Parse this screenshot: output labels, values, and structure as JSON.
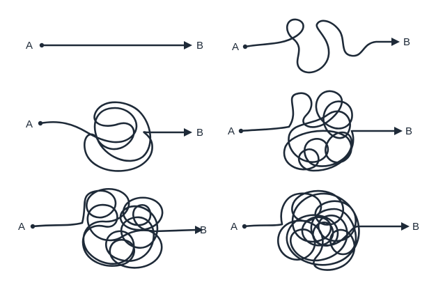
{
  "panels": [
    {
      "id": "straight",
      "start_label": "A",
      "end_label": "B",
      "tangle_level": 0
    },
    {
      "id": "few-loops",
      "start_label": "A",
      "end_label": "B",
      "tangle_level": 1
    },
    {
      "id": "tangled-light",
      "start_label": "A",
      "end_label": "B",
      "tangle_level": 2
    },
    {
      "id": "tangled-medium",
      "start_label": "A",
      "end_label": "B",
      "tangle_level": 3
    },
    {
      "id": "tangled-heavy",
      "start_label": "A",
      "end_label": "B",
      "tangle_level": 4
    },
    {
      "id": "tangled-extreme",
      "start_label": "A",
      "end_label": "B",
      "tangle_level": 5
    }
  ],
  "colors": {
    "ink": "#1e2a38",
    "background": "#ffffff"
  }
}
